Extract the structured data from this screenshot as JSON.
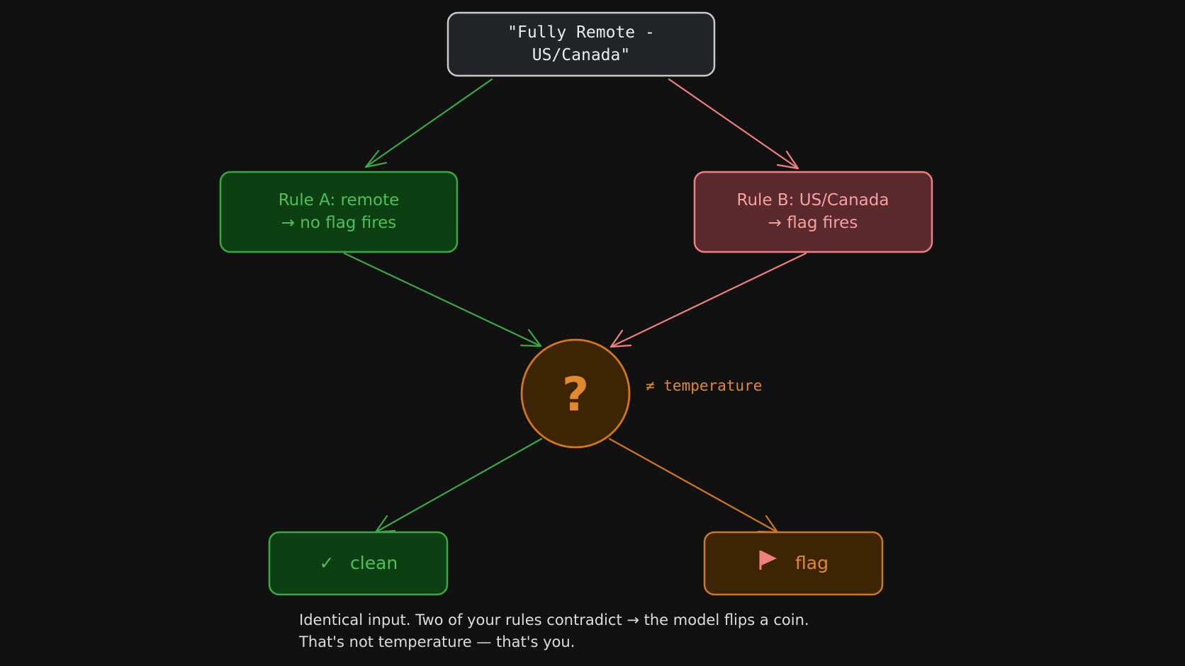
{
  "colors": {
    "background": "#111111",
    "input_stroke": "#c9c9c9",
    "input_fill": "#232427",
    "input_text": "#ececec",
    "green_stroke": "#3aa844",
    "green_fill": "#0c4013",
    "green_text": "#4fbf5a",
    "red_stroke": "#f08080",
    "red_fill": "#5a2a2e",
    "red_text": "#f7a0a0",
    "orange_stroke": "#d2771c",
    "orange_fill": "#3d2402",
    "orange_text": "#e08a2c",
    "caption_text": "#dddddd"
  },
  "input_node": {
    "line1": "\"Fully Remote -",
    "line2": "US/Canada\""
  },
  "rule_a": {
    "line1": "Rule A:  remote",
    "line2": "→ no flag fires"
  },
  "rule_b": {
    "line1": "Rule B:  US/Canada",
    "line2": "→ flag fires"
  },
  "decision": {
    "symbol": "?",
    "side_note": "≠ temperature"
  },
  "outcome_clean": {
    "icon": "check-icon",
    "icon_glyph": "✓",
    "label": "clean"
  },
  "outcome_flag": {
    "icon": "flag-icon",
    "label": "flag"
  },
  "caption": {
    "line1": "Identical input. Two of your rules contradict → the model flips a coin.",
    "line2": "That's not temperature — that's you."
  }
}
